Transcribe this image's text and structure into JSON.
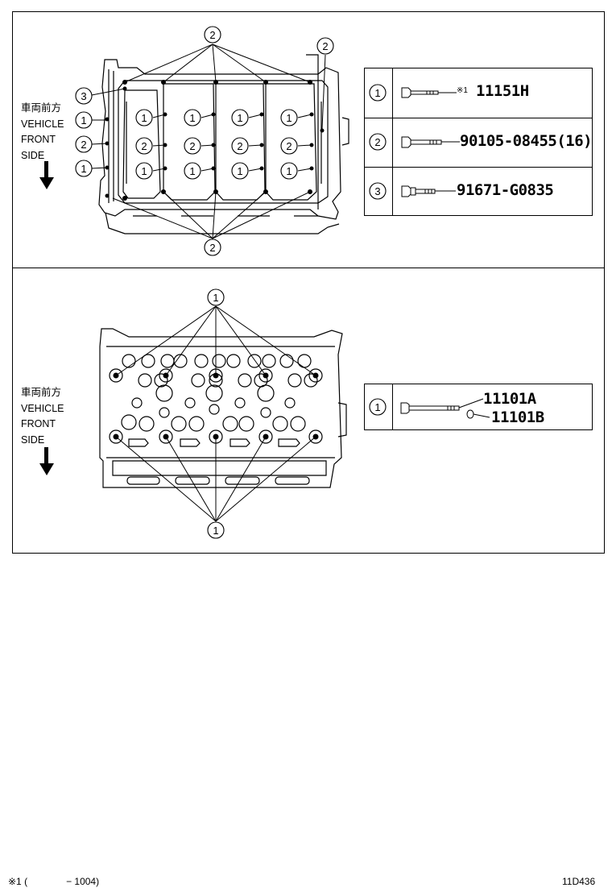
{
  "vehicle_front_jp": "車両前方",
  "vehicle_front_lines": [
    "VEHICLE",
    "FRONT",
    "SIDE"
  ],
  "top_legend": [
    {
      "ref": "1",
      "mark": "※1",
      "part_number": "11151H"
    },
    {
      "ref": "2",
      "mark": "",
      "part_number": "90105-08455(16)"
    },
    {
      "ref": "3",
      "mark": "",
      "part_number": "91671-G0835"
    }
  ],
  "bottom_legend": {
    "ref": "1",
    "part_numbers": [
      "11101A",
      "11101B"
    ]
  },
  "callouts": {
    "one": "1",
    "two": "2",
    "three": "3"
  },
  "footnote": {
    "mark": "※1 (",
    "range": "− 1004)"
  },
  "diagram_code": "11D436"
}
